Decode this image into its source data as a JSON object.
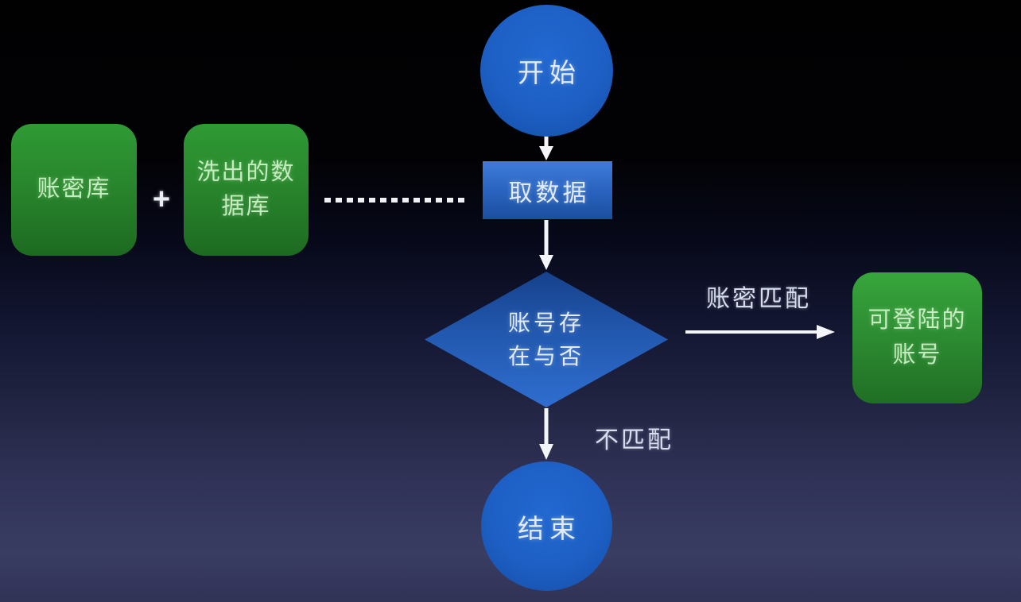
{
  "diagram": {
    "nodes": {
      "start": {
        "label": "开始",
        "shape": "circle"
      },
      "fetch_data": {
        "label": "取数据",
        "shape": "rectangle"
      },
      "decision": {
        "label": "账号存\n在与否",
        "shape": "diamond"
      },
      "end": {
        "label": "结束",
        "shape": "circle"
      },
      "cred_db": {
        "label": "账密库",
        "shape": "rounded-square"
      },
      "washed_db": {
        "label": "洗出的数\n据库",
        "shape": "rounded-square"
      },
      "login_accounts": {
        "label": "可登陆的\n账号",
        "shape": "rounded-square"
      }
    },
    "edge_labels": {
      "plus": "+",
      "match": "账密匹配",
      "no_match": "不匹配"
    },
    "colors": {
      "node_blue": "#1d5fc4",
      "node_blue_dark": "#16418c",
      "node_green": "#28842c",
      "node_green_bright": "#2b8830",
      "arrow_white": "#f4f5f8",
      "text_on_blue": "#e2ebfa",
      "text_on_green": "#c6ebc0",
      "label_text": "#d8ddee",
      "background_top": "#000000",
      "background_bottom": "#383b60"
    }
  }
}
